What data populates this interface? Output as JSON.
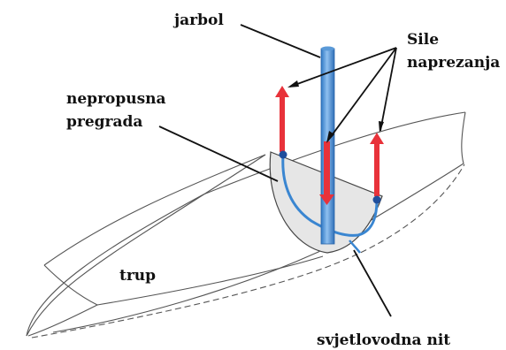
{
  "labels": {
    "mast": "jarbol",
    "forces_line1": "Sile",
    "forces_line2": "naprezanja",
    "bulkhead_line1": "nepropusna",
    "bulkhead_line2": "pregrada",
    "hull": "trup",
    "fiber": "svjetlovodna nit"
  },
  "colors": {
    "hull_outline": "#555555",
    "bulkhead_fill": "#e6e6e6",
    "mast_fill": "#4a90d9",
    "mast_highlight": "#8fc0f0",
    "fiber": "#3a86d1",
    "arrow": "#e8323a",
    "sensor": "#1f4e9c",
    "leader_line": "#111111"
  }
}
